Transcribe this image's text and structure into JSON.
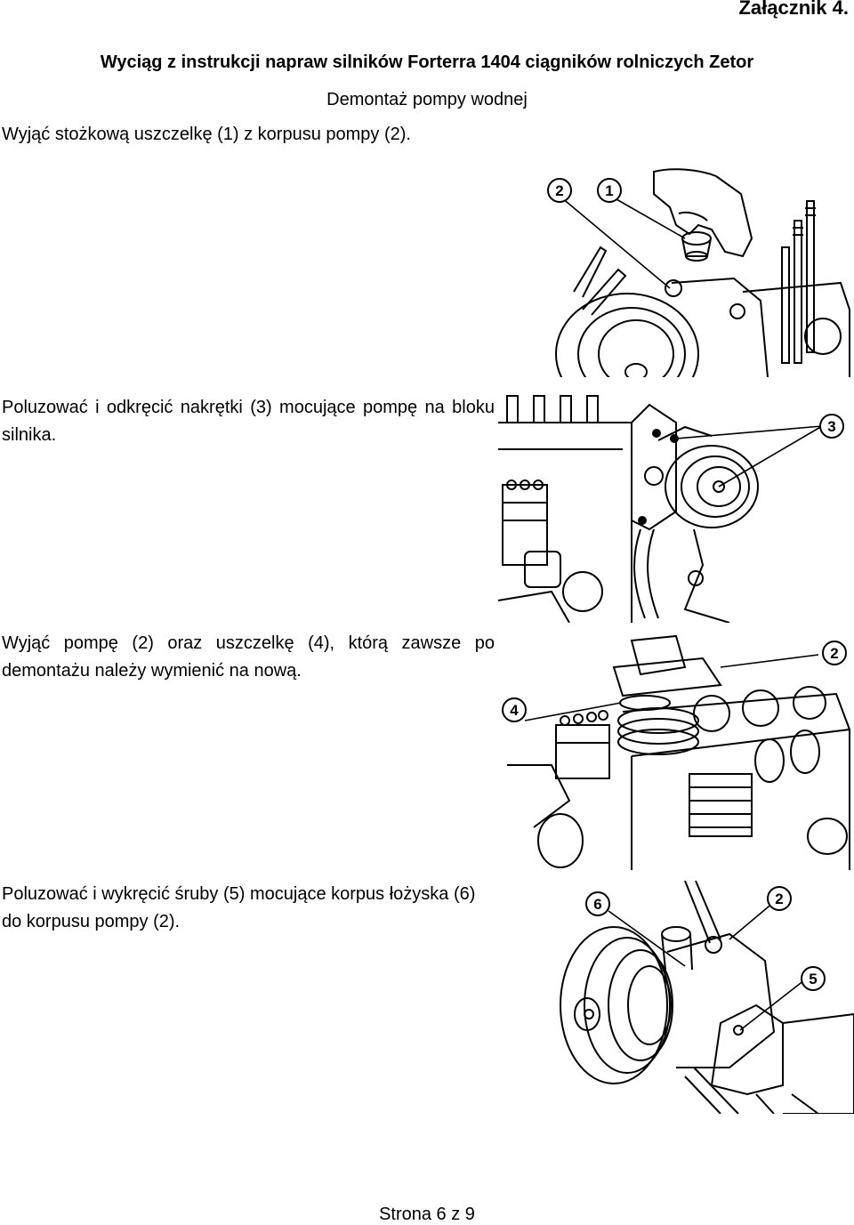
{
  "header": {
    "annex": "Załącznik 4.",
    "title": "Wyciąg z instrukcji napraw silników Forterra 1404 ciągników rolniczych Zetor",
    "subtitle": "Demontaż pompy wodnej"
  },
  "steps": [
    {
      "text": "Wyjąć stożkową uszczelkę (1) z korpusu pompy (2).",
      "callouts": [
        "2",
        "1"
      ]
    },
    {
      "text": "Poluzować i odkręcić nakrętki (3) mocujące pompę na bloku silnika.",
      "callouts": [
        "3"
      ]
    },
    {
      "text": "Wyjąć pompę (2) oraz uszczelkę (4), którą zawsze po demontażu należy wymienić na nową.",
      "callouts": [
        "2",
        "4"
      ]
    },
    {
      "text": "Poluzować i wykręcić śruby (5) mocujące korpus łożyska (6) do korpusu pompy (2).",
      "callouts": [
        "6",
        "2",
        "5"
      ]
    }
  ],
  "footer": {
    "page": "Strona 6 z 9"
  }
}
